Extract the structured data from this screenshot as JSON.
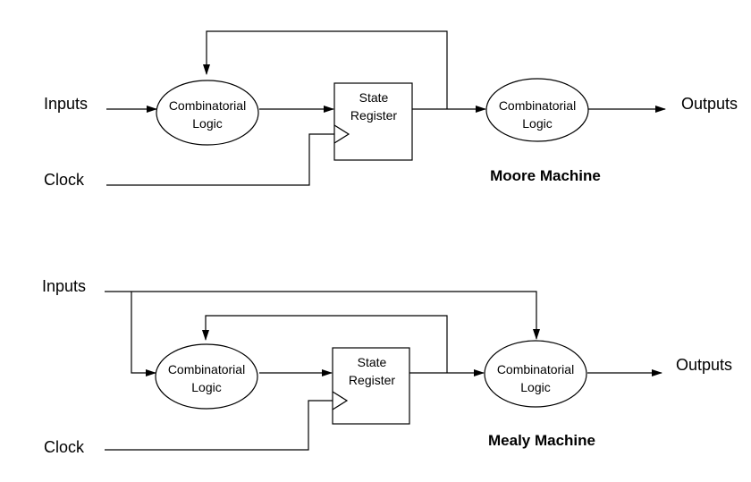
{
  "moore": {
    "title": "Moore Machine",
    "inputs_label": "Inputs",
    "clock_label": "Clock",
    "outputs_label": "Outputs",
    "logic1": [
      "Combinatorial",
      "Logic"
    ],
    "register": [
      "State",
      "Register"
    ],
    "logic2": [
      "Combinatorial",
      "Logic"
    ]
  },
  "mealy": {
    "title": "Mealy Machine",
    "inputs_label": "Inputs",
    "clock_label": "Clock",
    "outputs_label": "Outputs",
    "logic1": [
      "Combinatorial",
      "Logic"
    ],
    "register": [
      "State",
      "Register"
    ],
    "logic2": [
      "Combinatorial",
      "Logic"
    ]
  }
}
